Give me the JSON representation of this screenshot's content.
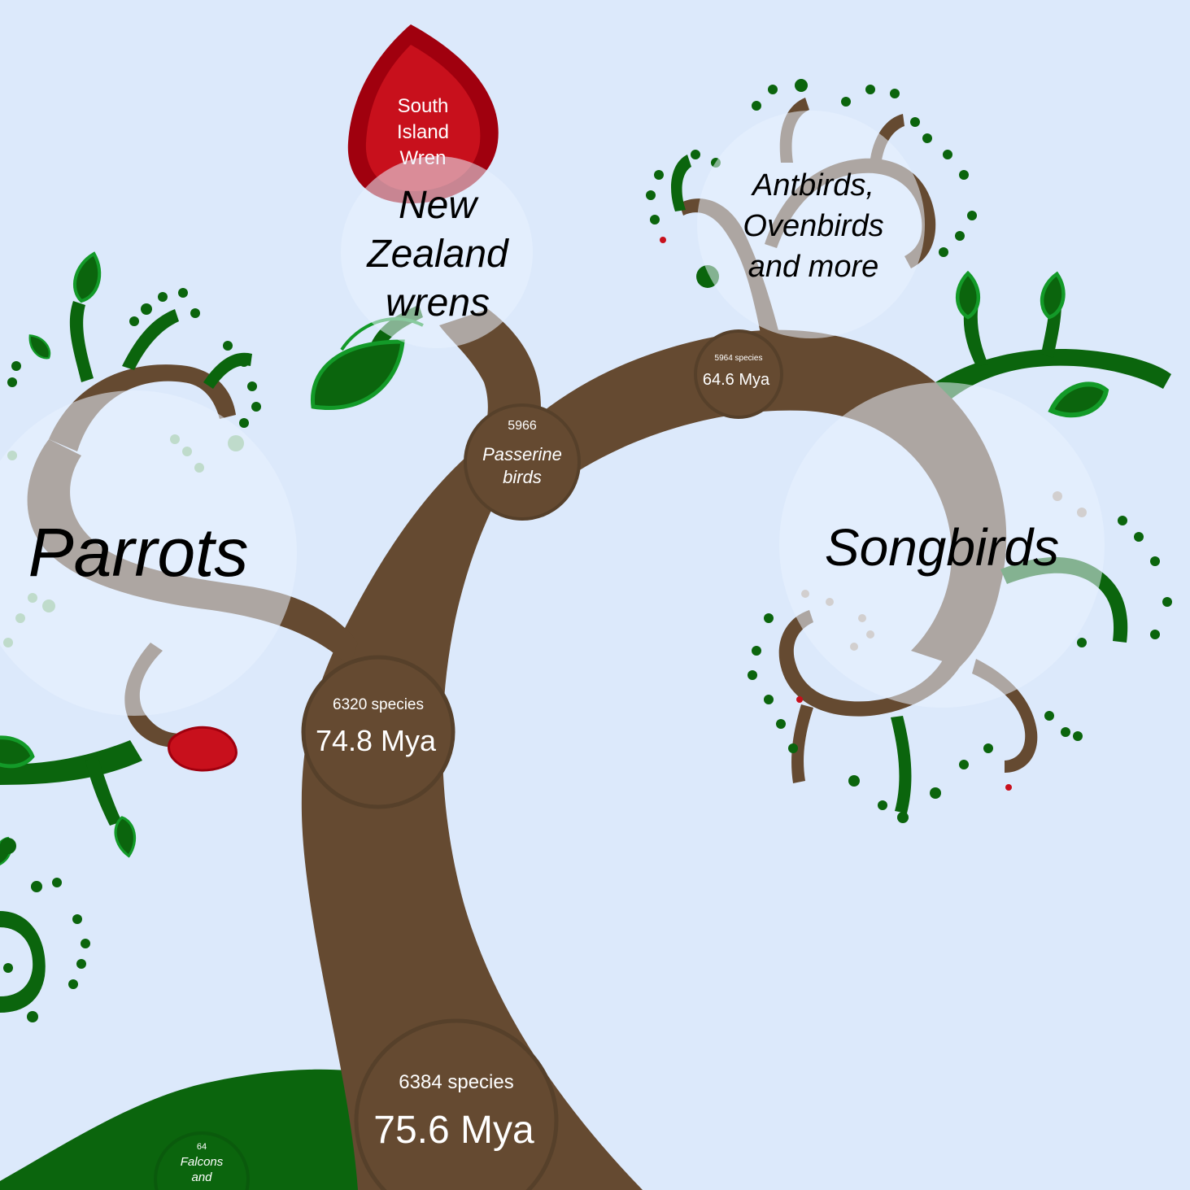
{
  "colors": {
    "background": "#dce9fb",
    "trunk": "#654a31",
    "trunk_light": "#b5a595",
    "leaf": "#0b650d",
    "leaf_edge": "#139a28",
    "leaf_light": "#8cbf8c",
    "red_leaf": "#c8101c",
    "red_edge": "#a0000e",
    "label_bubble": "#eaf3ff"
  },
  "nodes": {
    "root": {
      "species": "6384 species",
      "age": "75.6 Mya"
    },
    "mid": {
      "species": "6320 species",
      "age": "74.8 Mya"
    },
    "passerine": {
      "count": "5966",
      "name_line1": "Passerine",
      "name_line2": "birds"
    },
    "upper": {
      "species": "5964 species",
      "age": "64.6 Mya"
    },
    "falcons": {
      "count": "64",
      "name_line1": "Falcons",
      "name_line2": "and"
    }
  },
  "labels": {
    "parrots": "Parrots",
    "songbirds": "Songbirds",
    "nz_wrens": {
      "line1": "New",
      "line2": "Zealand",
      "line3": "wrens"
    },
    "antbirds": {
      "line1": "Antbirds,",
      "line2": "Ovenbirds",
      "line3": "and more"
    }
  },
  "featured_leaf": {
    "line1": "South",
    "line2": "Island",
    "line3": "Wren"
  }
}
